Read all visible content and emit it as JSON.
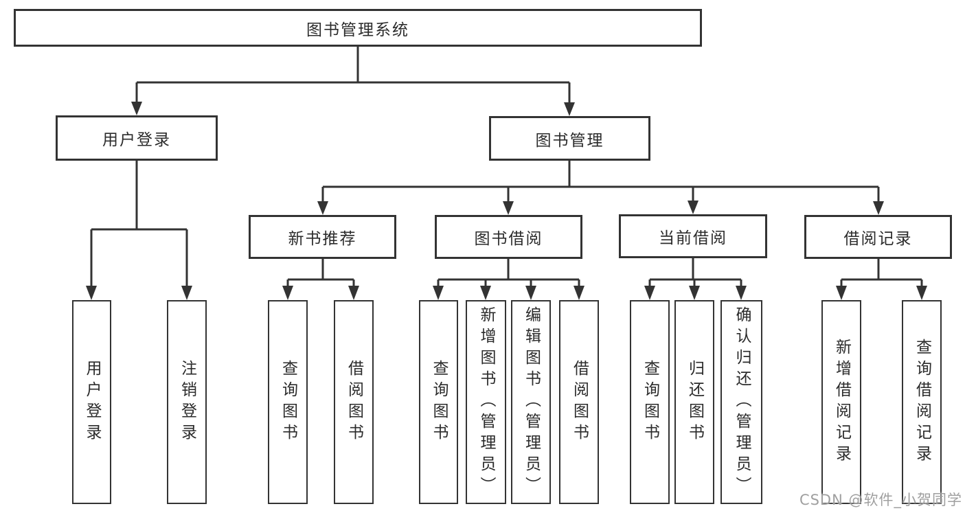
{
  "diagram": {
    "root": "图书管理系统",
    "level2": [
      "用户登录",
      "图书管理"
    ],
    "level3": [
      "新书推荐",
      "图书借阅",
      "当前借阅",
      "借阅记录"
    ],
    "leaves": {
      "user_login": [
        "用户登录",
        "注销登录"
      ],
      "new_books": [
        "查询图书",
        "借阅图书"
      ],
      "book_borrow": [
        "查询图书",
        "新增图书（管理员）",
        "编辑图书（管理员）",
        "借阅图书"
      ],
      "current_borrow": [
        "查询图书",
        "归还图书",
        "确认归还（管理员）"
      ],
      "borrow_records": [
        "新增借阅记录",
        "查询借阅记录"
      ]
    },
    "watermark": "CSDN @软件_小贺同学",
    "colors": {
      "line": "#333333",
      "box_border": "#333333",
      "text": "#2b2b2b",
      "background": "#ffffff",
      "watermark": "#9f9f9f"
    }
  }
}
